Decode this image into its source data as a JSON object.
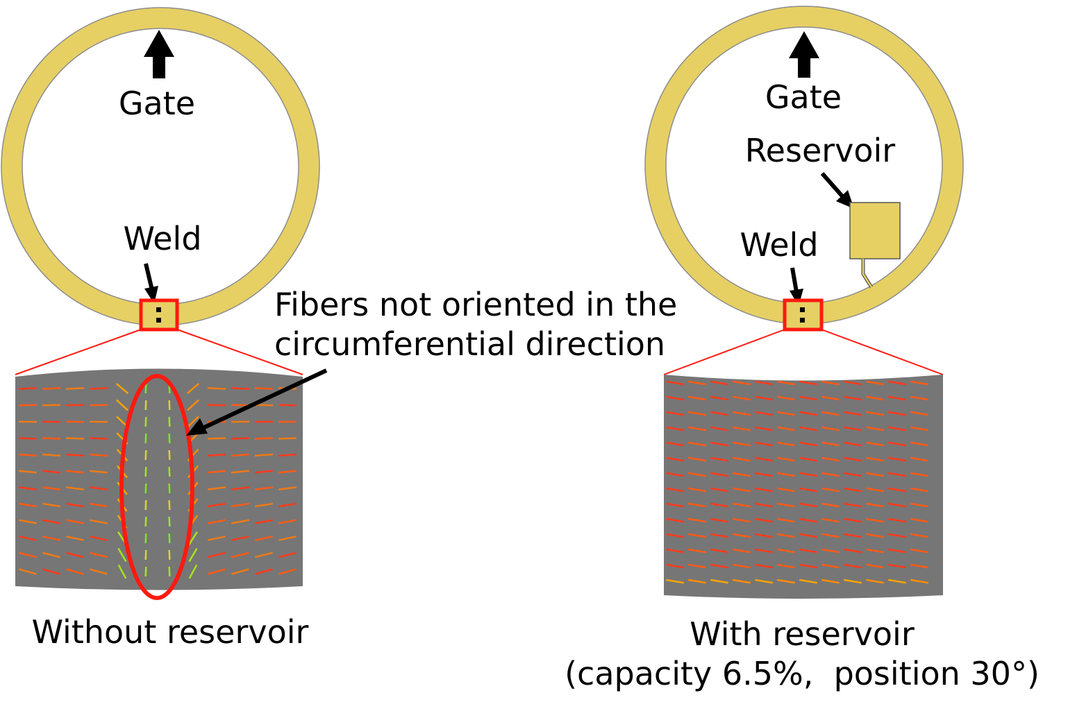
{
  "colors": {
    "ring": "#e6d064",
    "ring_stroke": "#8c8c8c",
    "highlight": "#ff1a0f",
    "panel": "#767676",
    "arrow": "#000000",
    "fiber_warm": [
      "#ff3a1a",
      "#ff5a14",
      "#f07a14",
      "#ff8c00",
      "#f7a400"
    ],
    "fiber_cool": [
      "#d7d62c",
      "#a8e31a",
      "#7ce81a",
      "#3ad0c0"
    ]
  },
  "icons": {
    "gate_arrow": "arrow-up-icon",
    "weld_arrow": "arrow-down-icon",
    "callout_arrow": "arrow-diagonal-icon"
  },
  "left": {
    "gate_label": "Gate",
    "weld_label": "Weld",
    "annotation_line1": "Fibers not oriented in the",
    "annotation_line2": "circumferential direction",
    "caption": "Without reservoir"
  },
  "right": {
    "gate_label": "Gate",
    "reservoir_label": "Reservoir",
    "weld_label": "Weld",
    "caption_line1": "With reservoir",
    "caption_line2": "(capacity 6.5%,  position 30°)"
  }
}
